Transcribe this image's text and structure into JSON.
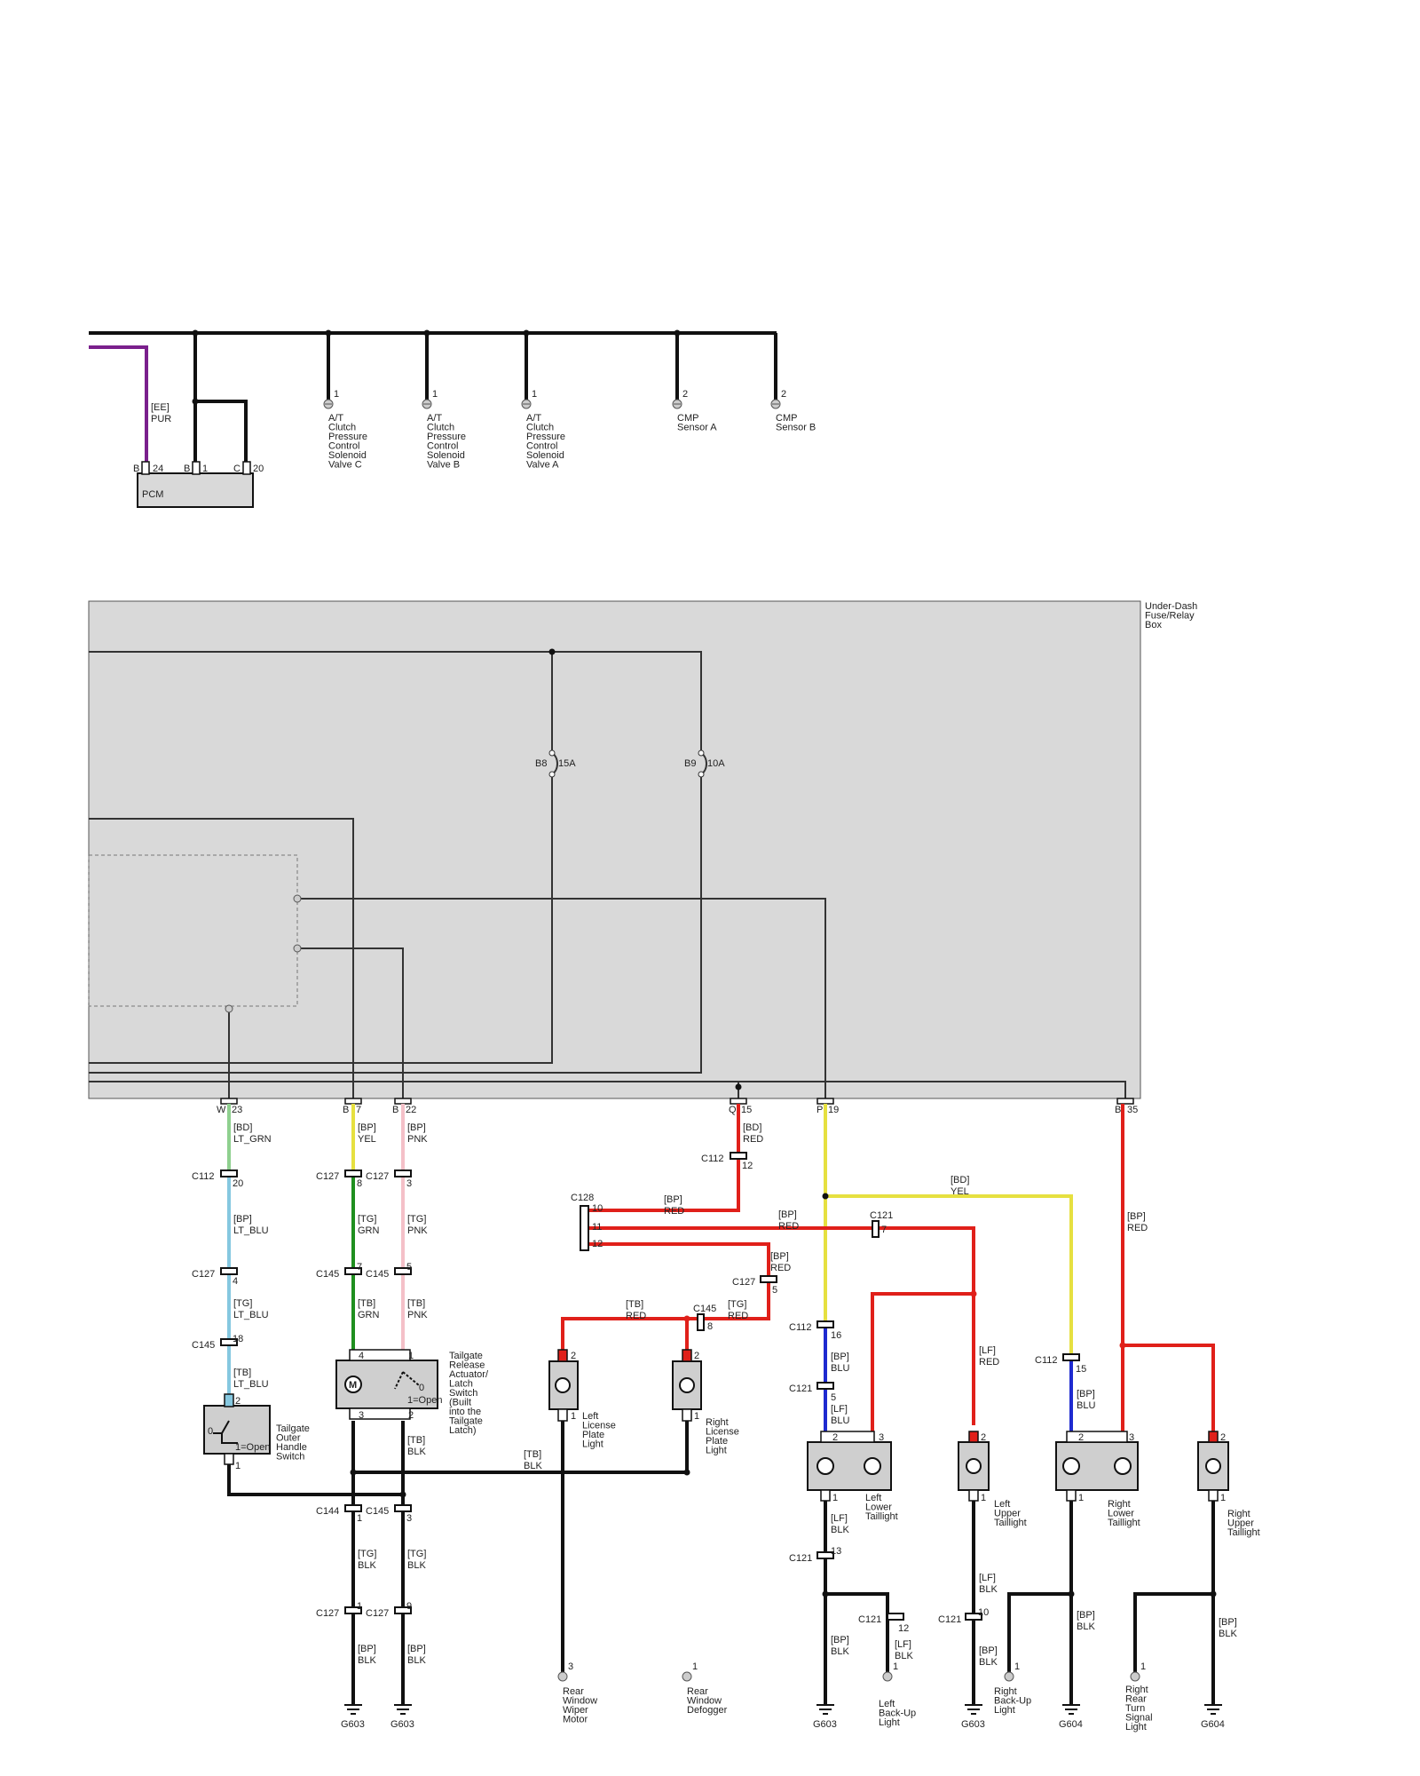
{
  "colors": {
    "purple": "#7a1f8c",
    "black": "#111111",
    "red": "#e0201a",
    "yellow": "#e6e040",
    "green": "#1f8f1f",
    "pink": "#f4c0c8",
    "light_green": "#8fd08f",
    "light_blue": "#86c8e0",
    "blue": "#1e2ad0",
    "fuse_box_fill": "#d9d9d9"
  },
  "top_section": {
    "pcm": {
      "label": "PCM",
      "pins": [
        {
          "conn": "B",
          "num": "24"
        },
        {
          "conn": "B",
          "num": "1"
        },
        {
          "conn": "C",
          "num": "20"
        }
      ]
    },
    "pcm_wire": {
      "circuit": "[EE]",
      "color": "PUR"
    },
    "sensors": [
      {
        "pin": "1",
        "lines": [
          "A/T",
          "Clutch",
          "Pressure",
          "Control",
          "Solenoid",
          "Valve C"
        ]
      },
      {
        "pin": "1",
        "lines": [
          "A/T",
          "Clutch",
          "Pressure",
          "Control",
          "Solenoid",
          "Valve B"
        ]
      },
      {
        "pin": "1",
        "lines": [
          "A/T",
          "Clutch",
          "Pressure",
          "Control",
          "Solenoid",
          "Valve A"
        ]
      },
      {
        "pin": "2",
        "lines": [
          "CMP",
          "Sensor A"
        ]
      },
      {
        "pin": "2",
        "lines": [
          "CMP",
          "Sensor B"
        ]
      }
    ]
  },
  "fuse_box": {
    "title_lines": [
      "Under-Dash",
      "Fuse/Relay",
      "Box"
    ],
    "fuses": [
      {
        "id": "B8",
        "rating": "15A"
      },
      {
        "id": "B9",
        "rating": "10A"
      }
    ],
    "terminals": [
      {
        "conn": "W",
        "num": "23"
      },
      {
        "conn": "B",
        "num": "7"
      },
      {
        "conn": "B",
        "num": "22"
      },
      {
        "conn": "Q",
        "num": "15"
      },
      {
        "conn": "P",
        "num": "19"
      },
      {
        "conn": "B",
        "num": "35"
      }
    ]
  },
  "wire_labels": [
    {
      "circuit": "[BD]",
      "color": "LT_GRN"
    },
    {
      "circuit": "[BP]",
      "color": "LT_BLU"
    },
    {
      "circuit": "[TG]",
      "color": "LT_BLU"
    },
    {
      "circuit": "[TB]",
      "color": "LT_BLU"
    },
    {
      "circuit": "[BP]",
      "color": "YEL"
    },
    {
      "circuit": "[TG]",
      "color": "GRN"
    },
    {
      "circuit": "[TB]",
      "color": "GRN"
    },
    {
      "circuit": "[BP]",
      "color": "PNK"
    },
    {
      "circuit": "[TG]",
      "color": "PNK"
    },
    {
      "circuit": "[TB]",
      "color": "PNK"
    },
    {
      "circuit": "[TB]",
      "color": "BLK"
    },
    {
      "circuit": "[TB]",
      "color": "BLK"
    },
    {
      "circuit": "[TG]",
      "color": "BLK"
    },
    {
      "circuit": "[TG]",
      "color": "BLK"
    },
    {
      "circuit": "[BP]",
      "color": "BLK"
    },
    {
      "circuit": "[BP]",
      "color": "BLK"
    },
    {
      "circuit": "[BD]",
      "color": "RED"
    },
    {
      "circuit": "[BP]",
      "color": "RED"
    },
    {
      "circuit": "[BP]",
      "color": "RED"
    },
    {
      "circuit": "[BP]",
      "color": "RED"
    },
    {
      "circuit": "[TB]",
      "color": "RED"
    },
    {
      "circuit": "[TG]",
      "color": "RED"
    },
    {
      "circuit": "[BD]",
      "color": "YEL"
    },
    {
      "circuit": "[BP]",
      "color": "BLU"
    },
    {
      "circuit": "[LF]",
      "color": "BLU"
    },
    {
      "circuit": "[LF]",
      "color": "RED"
    },
    {
      "circuit": "[BP]",
      "color": "BLU"
    },
    {
      "circuit": "[BP]",
      "color": "RED"
    },
    {
      "circuit": "[LF]",
      "color": "BLK"
    },
    {
      "circuit": "[BP]",
      "color": "BLK"
    },
    {
      "circuit": "[LF]",
      "color": "BLK"
    },
    {
      "circuit": "[LF]",
      "color": "BLK"
    },
    {
      "circuit": "[BP]",
      "color": "BLK"
    },
    {
      "circuit": "[BP]",
      "color": "BLK"
    },
    {
      "circuit": "[BP]",
      "color": "BLK"
    }
  ],
  "connectors": [
    {
      "id": "C112",
      "pin": "20"
    },
    {
      "id": "C127",
      "pin": "4"
    },
    {
      "id": "C145",
      "pin": "18"
    },
    {
      "id": "C127",
      "pin": "8"
    },
    {
      "id": "C127",
      "pin": "3"
    },
    {
      "id": "C145",
      "pin": "7"
    },
    {
      "id": "C145",
      "pin": "5"
    },
    {
      "id": "C144",
      "pin": "1"
    },
    {
      "id": "C145",
      "pin": "3"
    },
    {
      "id": "C127",
      "pin": "1"
    },
    {
      "id": "C127",
      "pin": "9"
    },
    {
      "id": "C112",
      "pin": "12"
    },
    {
      "id": "C128",
      "pin": "10"
    },
    {
      "id": "C127",
      "pin": "5"
    },
    {
      "id": "C145",
      "pin": "8"
    },
    {
      "id": "C121",
      "pin": "7"
    },
    {
      "id": "C112",
      "pin": "16"
    },
    {
      "id": "C121",
      "pin": "5"
    },
    {
      "id": "C121",
      "pin": "13"
    },
    {
      "id": "C121",
      "pin": "12"
    },
    {
      "id": "C121",
      "pin": "10"
    },
    {
      "id": "C112",
      "pin": "15"
    }
  ],
  "c128_pins": [
    "11",
    "12"
  ],
  "open_label": "1=Open",
  "switch_pos": [
    "0",
    "0"
  ],
  "components": [
    {
      "pins": [
        "2",
        "1"
      ],
      "lines": [
        "Tailgate",
        "Outer",
        "Handle",
        "Switch"
      ]
    },
    {
      "pins": [
        "4",
        "1",
        "3",
        "2"
      ],
      "lines": [
        "Tailgate",
        "Release",
        "Actuator/",
        "Latch",
        "Switch",
        "(Built",
        "into the",
        "Tailgate",
        "Latch)"
      ]
    },
    {
      "pins": [
        "2",
        "1"
      ],
      "lines": [
        "Left",
        "License",
        "Plate",
        "Light"
      ]
    },
    {
      "pins": [
        "2",
        "1"
      ],
      "lines": [
        "Right",
        "License",
        "Plate",
        "Light"
      ]
    },
    {
      "pins": [
        "2",
        "3",
        "1"
      ],
      "lines": [
        "Left",
        "Lower",
        "Taillight"
      ]
    },
    {
      "pins": [
        "2",
        "1"
      ],
      "lines": [
        "Left",
        "Upper",
        "Taillight"
      ]
    },
    {
      "pins": [
        "2",
        "3",
        "1"
      ],
      "lines": [
        "Right",
        "Lower",
        "Taillight"
      ]
    },
    {
      "pins": [
        "2",
        "1"
      ],
      "lines": [
        "Right",
        "Upper",
        "Taillight"
      ]
    }
  ],
  "end_devices": [
    {
      "pin": "3",
      "lines": [
        "Rear",
        "Window",
        "Wiper",
        "Motor"
      ]
    },
    {
      "pin": "1",
      "lines": [
        "Rear",
        "Window",
        "Defogger"
      ]
    },
    {
      "pin": "1",
      "lines": [
        "Left",
        "Back-Up",
        "Light"
      ]
    },
    {
      "pin": "1",
      "lines": [
        "Right",
        "Back-Up",
        "Light"
      ]
    },
    {
      "pin": "1",
      "lines": [
        "Right",
        "Rear",
        "Turn",
        "Signal",
        "Light"
      ]
    }
  ],
  "grounds": [
    "G603",
    "G603",
    "G603",
    "G603",
    "G604",
    "G604"
  ]
}
